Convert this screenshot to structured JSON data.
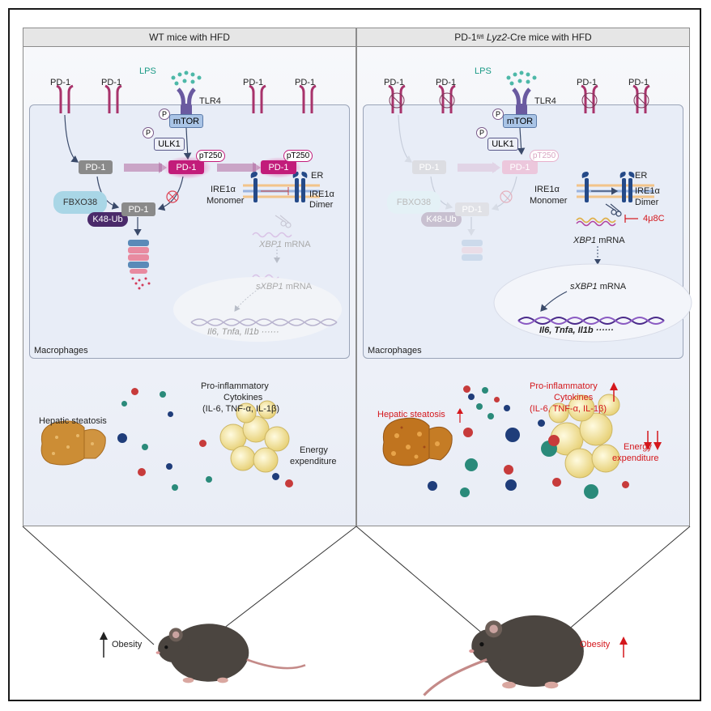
{
  "left_panel": {
    "title": "WT mice with HFD",
    "receptor_label": "PD-1",
    "lps": "LPS",
    "tlr4": "TLR4",
    "mtor": "mTOR",
    "ulk1": "ULK1",
    "p": "P",
    "pt250": "pT250",
    "pd1": "PD-1",
    "fbxo38": "FBXO38",
    "k48": "K48-Ub",
    "er": "ER",
    "ire_monomer": "IRE1α\nMonomer",
    "ire_monomer_1": "IRE1α",
    "ire_monomer_2": "Monomer",
    "ire_dimer_1": "IRE1α",
    "ire_dimer_2": "Dimer",
    "xbp1": "XBP1",
    "mrna": " mRNA",
    "sxbp1": "sXBP1",
    "genes": "Il6, Tnfa, Il1b ······",
    "macrophages": "Macrophages",
    "hepatic": "Hepatic steatosis",
    "cyto_1": "Pro-inflammatory",
    "cyto_2": "Cytokines",
    "cyto_3": "(IL-6, TNF-α, IL-1β)",
    "energy_1": "Energy",
    "energy_2": "expenditure",
    "obesity": "Obesity"
  },
  "right_panel": {
    "title_prefix": "PD-1",
    "title_sup": "fl/fl",
    "title_italic": "Lyz2",
    "title_suffix": "-Cre mice with HFD",
    "receptor_label": "PD-1",
    "lps": "LPS",
    "tlr4": "TLR4",
    "mtor": "mTOR",
    "ulk1": "ULK1",
    "p": "P",
    "pt250": "pT250",
    "pd1": "PD-1",
    "fbxo38": "FBXO38",
    "k48": "K48-Ub",
    "er": "ER",
    "ire_monomer_1": "IRE1α",
    "ire_monomer_2": "Monomer",
    "ire_dimer_1": "IRE1α",
    "ire_dimer_2": "Dimer",
    "inhibitor": "4μ8C",
    "xbp1": "XBP1",
    "mrna": " mRNA",
    "sxbp1": "sXBP1",
    "genes": "Il6, Tnfa, Il1b ······",
    "macrophages": "Macrophages",
    "hepatic": "Hepatic steatosis",
    "cyto_1": "Pro-inflammatory",
    "cyto_2": "Cytokines",
    "cyto_3": "(IL-6, TNF-α, IL-1β)",
    "energy_1": "Energy",
    "energy_2": "expenditure",
    "obesity": "Obesity"
  },
  "colors": {
    "pd1_receptor": "#a8336b",
    "pd1_box": "#8a8a8a",
    "pt250": "#c21c7a",
    "mtor": "#a9c4e6",
    "highlight_red": "#d4171c",
    "teal": "#2a8a7a",
    "navy": "#1f3d7a",
    "red_dot": "#c73b3b",
    "liver": "#c98a2e",
    "dna": "#4a2a8a"
  },
  "icons": [
    "pd1-receptor-icon",
    "tlr4-receptor-icon",
    "proteasome-icon",
    "liver-icon",
    "adipocyte-icon",
    "mouse-icon",
    "scissors-icon",
    "dna-icon",
    "arrow-up-icon",
    "arrow-down-icon",
    "inhibition-icon"
  ]
}
